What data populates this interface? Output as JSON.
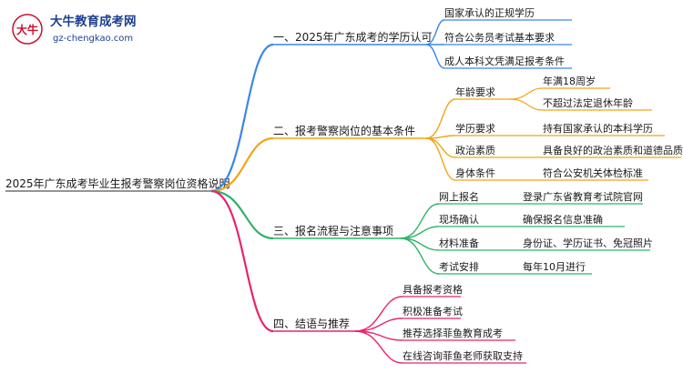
{
  "logo": {
    "title": "大牛教育成考网",
    "url": "gz-chengkao.com",
    "mark_text": "大牛"
  },
  "root": {
    "label": "2025年广东成考毕业生报考警察岗位资格说明"
  },
  "sections": [
    {
      "label": "一、2025年广东成考的学历认可",
      "color": "#3a86e8",
      "items": [
        {
          "label": "国家承认的正规学历"
        },
        {
          "label": "符合公务员考试基本要求"
        },
        {
          "label": "成人本科文凭满足报考条件"
        }
      ]
    },
    {
      "label": "二、报考警察岗位的基本条件",
      "color": "#f2a516",
      "items": [
        {
          "label": "年龄要求",
          "children": [
            {
              "label": "年满18周岁"
            },
            {
              "label": "不超过法定退休年龄"
            }
          ]
        },
        {
          "label": "学历要求",
          "children": [
            {
              "label": "持有国家承认的本科学历"
            }
          ]
        },
        {
          "label": "政治素质",
          "children": [
            {
              "label": "具备良好的政治素质和道德品质"
            }
          ]
        },
        {
          "label": "身体条件",
          "children": [
            {
              "label": "符合公安机关体检标准"
            }
          ]
        }
      ]
    },
    {
      "label": "三、报名流程与注意事项",
      "color": "#2fb36a",
      "items": [
        {
          "label": "网上报名",
          "children": [
            {
              "label": "登录广东省教育考试院官网"
            }
          ]
        },
        {
          "label": "现场确认",
          "children": [
            {
              "label": "确保报名信息准确"
            }
          ]
        },
        {
          "label": "材料准备",
          "children": [
            {
              "label": "身份证、学历证书、免冠照片"
            }
          ]
        },
        {
          "label": "考试安排",
          "children": [
            {
              "label": "每年10月进行"
            }
          ]
        }
      ]
    },
    {
      "label": "四、结语与推荐",
      "color": "#e8246e",
      "items": [
        {
          "label": "具备报考资格"
        },
        {
          "label": "积极准备考试"
        },
        {
          "label": "推荐选择菲鱼教育成考"
        },
        {
          "label": "在线咨询菲鱼老师获取支持"
        }
      ]
    }
  ]
}
